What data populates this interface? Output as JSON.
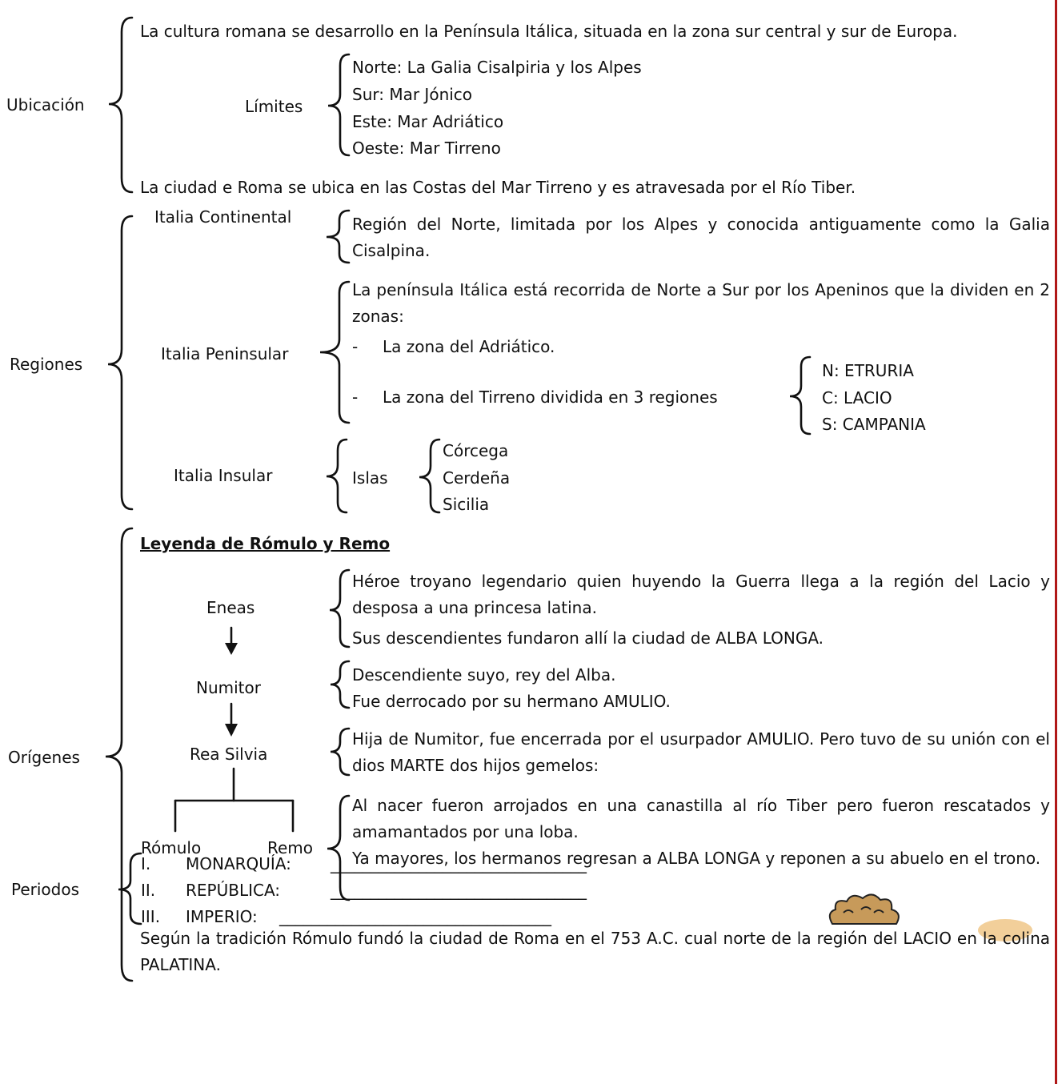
{
  "ubicacion": {
    "label": "Ubicación",
    "intro": "La cultura romana se desarrollo en la Península Itálica, situada en la zona sur central y sur de Europa.",
    "limites_label": "Límites",
    "limites": [
      "Norte: La Galia Cisalpiria y los Alpes",
      "Sur: Mar Jónico",
      "Este: Mar Adriático",
      "Oeste: Mar Tirreno"
    ],
    "roma": "La ciudad e Roma se ubica en las Costas del Mar Tirreno y es atravesada por el Río Tiber."
  },
  "regiones": {
    "label": "Regiones",
    "continental": {
      "label": "Italia Continental",
      "text": "Región del Norte, limitada por los Alpes y conocida antiguamente como la Galia Cisalpina."
    },
    "peninsular": {
      "label": "Italia Peninsular",
      "text": "La península Itálica está recorrida de Norte a Sur por los Apeninos que la dividen en 2 zonas:",
      "zona1": "La zona del Adriático.",
      "zona2": "La zona del Tirreno dividida en 3 regiones",
      "dash": "-",
      "subregiones": [
        "N: ETRURIA",
        "C: LACIO",
        "S: CAMPANIA"
      ]
    },
    "insular": {
      "label": "Italia Insular",
      "islas_label": "Islas",
      "islas": [
        "Córcega",
        "Cerdeña",
        "Sicilia"
      ]
    }
  },
  "origenes": {
    "label": "Orígenes",
    "titulo": "Leyenda de Rómulo y Remo",
    "arbol": {
      "eneas": "Eneas",
      "numitor": "Numitor",
      "rea": "Rea Silvia",
      "romulo": "Rómulo",
      "remo": "Remo"
    },
    "eneas_text1": "Héroe troyano legendario quien huyendo la Guerra llega a la región del Lacio y desposa a una princesa latina.",
    "eneas_text2": "Sus descendientes fundaron allí la ciudad de ALBA LONGA.",
    "numitor_text1": "Descendiente suyo, rey del Alba.",
    "numitor_text2": "Fue derrocado por su hermano AMULIO.",
    "rea_text": "Hija de Numitor, fue encerrada por el usurpador AMULIO. Pero tuvo de su unión con el dios MARTE dos hijos gemelos:",
    "gemelos_text1": "Al nacer fueron arrojados en una canastilla al río Tiber pero fueron rescatados y amamantados por una loba.",
    "gemelos_text2": "Ya mayores, los hermanos regresan a ALBA LONGA y reponen a su abuelo en el trono.",
    "fundacion": "Según la tradición Rómulo fundó la ciudad de Roma en el 753 A.C. cual norte de la región del LACIO en la colina PALATINA."
  },
  "periodos": {
    "label": "Periodos",
    "items": [
      {
        "num": "I.",
        "name": "MONARQUÍA: ",
        "blank": "________________________________"
      },
      {
        "num": "II.",
        "name": "REPÚBLICA: ",
        "blank": "________________________________"
      },
      {
        "num": "III.",
        "name": "IMPERIO:",
        "blank": "__________________________________"
      }
    ]
  }
}
